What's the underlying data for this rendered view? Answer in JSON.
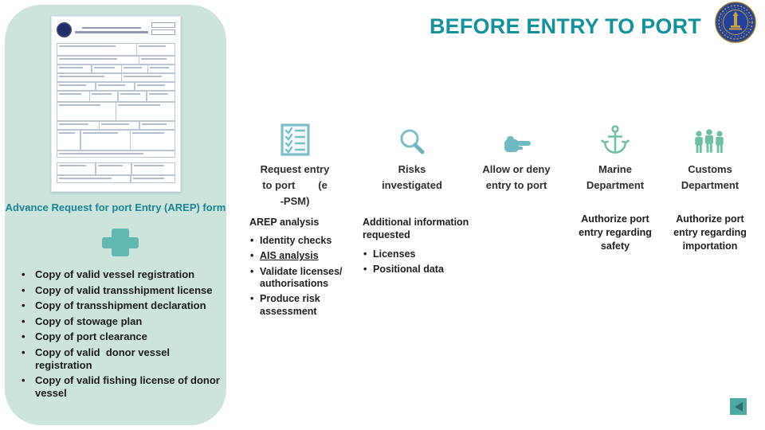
{
  "title": "BEFORE ENTRY TO PORT",
  "left_panel": {
    "caption": "Advance Request for port Entry (AREP) form",
    "requirements": [
      "Copy of valid vessel registration",
      "Copy of valid transshipment license",
      "Copy of transshipment declaration",
      "Copy of stowage plan",
      "Copy of port clearance",
      "Copy of valid  donor vessel\nregistration",
      "Copy of valid fishing license of donor\nvessel"
    ]
  },
  "flow": {
    "steps": [
      {
        "icon": "checklist-icon",
        "label": "Request entry\nto port        (e\n-PSM)"
      },
      {
        "icon": "magnifier-icon",
        "label": "Risks\ninvestigated"
      },
      {
        "icon": "pointing-hand-icon",
        "label": "Allow or deny\nentry to port"
      },
      {
        "icon": "anchor-icon",
        "label": "Marine\nDepartment"
      },
      {
        "icon": "people-icon",
        "label": "Customs\nDepartment"
      }
    ]
  },
  "arep_analysis": {
    "header": "AREP analysis",
    "items": [
      "Identity checks",
      "AIS analysis",
      "Validate licenses/\nauthorisations",
      "Produce risk\nassessment"
    ]
  },
  "additional_info": {
    "header": "Additional information\nrequested",
    "items": [
      "Licenses",
      "Positional data"
    ]
  },
  "marine_action": "Authorize port\nentry regarding\nsafety",
  "customs_action": "Authorize port\nentry regarding\nimportation",
  "colors": {
    "accent_teal": "#14929c",
    "panel_mint": "#cde4dd",
    "plus_teal": "#62b7b0",
    "icon_teal": "#7cbfc7",
    "icon_green": "#72c0a6",
    "link_purple": "#5f497a",
    "back_button": "#4fa9a3"
  }
}
